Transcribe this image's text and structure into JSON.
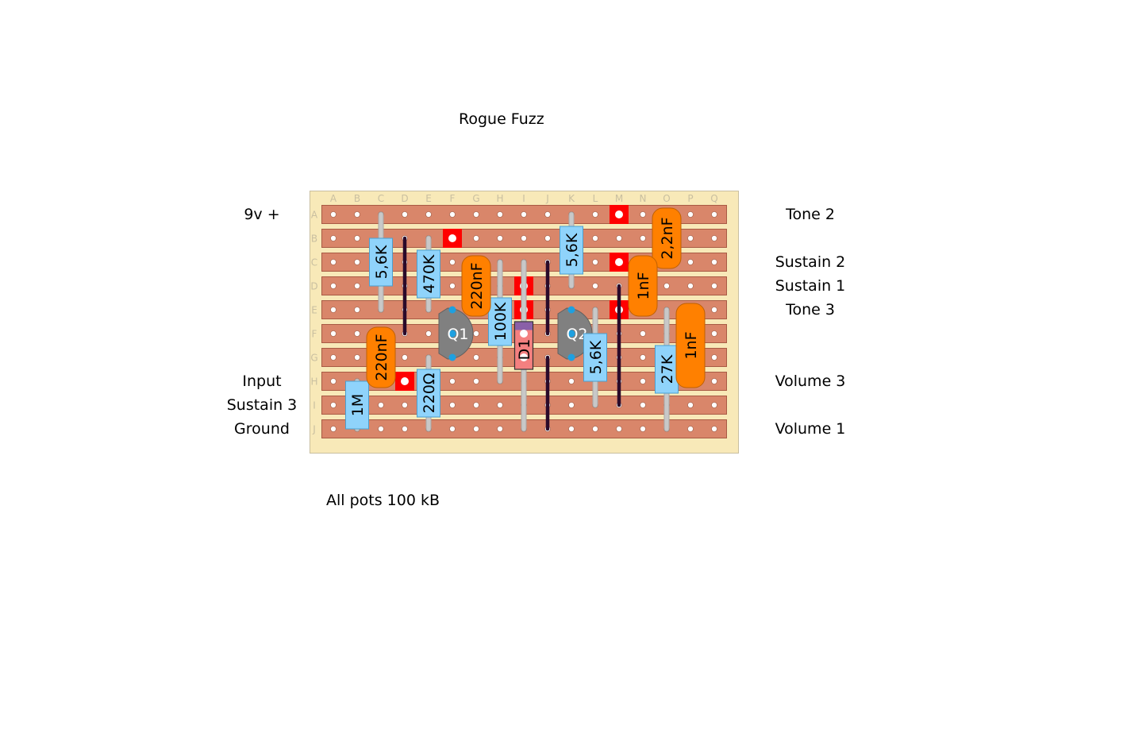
{
  "title": "Rogue Fuzz",
  "note": "All pots 100 kB",
  "board": {
    "columns": [
      "A",
      "B",
      "C",
      "D",
      "E",
      "F",
      "G",
      "H",
      "I",
      "J",
      "K",
      "L",
      "M",
      "N",
      "O",
      "P",
      "Q"
    ],
    "rows": [
      "A",
      "B",
      "C",
      "D",
      "E",
      "F",
      "G",
      "H",
      "I",
      "J"
    ],
    "colors": {
      "board": "#f8e9b8",
      "board_border": "#c9bfa0",
      "strip": "#d9866a",
      "strip_border": "#a85a44",
      "hole": "#ffffff",
      "cut": "#ff0000",
      "jumper": "#2a0a2a",
      "resistor": "#8fd3fb",
      "resistor_border": "#4aa0d0",
      "capacitor": "#ff8000",
      "capacitor_border": "#c06000",
      "transistor": "#808080",
      "pin": "#1ea0e0",
      "lead": "#c8c8c8",
      "diode": "#f48080",
      "diode_band": "#8a60a8"
    }
  },
  "left_labels": [
    {
      "text": "9v +",
      "row": "A"
    },
    {
      "text": "Input",
      "row": "H"
    },
    {
      "text": "Sustain 3",
      "row": "I"
    },
    {
      "text": "Ground",
      "row": "J"
    }
  ],
  "right_labels": [
    {
      "text": "Tone 2",
      "row": "A"
    },
    {
      "text": "Sustain 2",
      "row": "C"
    },
    {
      "text": "Sustain 1",
      "row": "D"
    },
    {
      "text": "Tone 3",
      "row": "E"
    },
    {
      "text": "Volume 3",
      "row": "H"
    },
    {
      "text": "Volume 1",
      "row": "J"
    }
  ],
  "cuts": [
    {
      "col": "M",
      "row": "A"
    },
    {
      "col": "F",
      "row": "B"
    },
    {
      "col": "M",
      "row": "C"
    },
    {
      "col": "I",
      "row": "D"
    },
    {
      "col": "I",
      "row": "E"
    },
    {
      "col": "M",
      "row": "E"
    },
    {
      "col": "I",
      "row": "F"
    },
    {
      "col": "I",
      "row": "G"
    },
    {
      "col": "D",
      "row": "H"
    }
  ],
  "jumpers": [
    {
      "col": "D",
      "from": "B",
      "to": "F"
    },
    {
      "col": "J",
      "from": "C",
      "to": "F"
    },
    {
      "col": "J",
      "from": "G",
      "to": "J"
    },
    {
      "col": "M",
      "from": "D",
      "to": "I"
    }
  ],
  "resistors": [
    {
      "label": "5,6K",
      "col": "C",
      "from": "A",
      "to": "E"
    },
    {
      "label": "470K",
      "col": "E",
      "from": "B",
      "to": "E"
    },
    {
      "label": "100K",
      "col": "H",
      "from": "C",
      "to": "H"
    },
    {
      "label": "5,6K",
      "col": "K",
      "from": "A",
      "to": "D"
    },
    {
      "label": "5,6K",
      "col": "L",
      "from": "E",
      "to": "I"
    },
    {
      "label": "27K",
      "col": "O",
      "from": "E",
      "to": "J"
    },
    {
      "label": "1M",
      "col": "B",
      "from": "H",
      "to": "J"
    },
    {
      "label": "220Ω",
      "col": "E",
      "from": "G",
      "to": "J"
    }
  ],
  "capacitors": [
    {
      "label": "220nF",
      "col": "G",
      "from": "C",
      "to": "E"
    },
    {
      "label": "220nF",
      "col": "C",
      "from": "F",
      "to": "H"
    },
    {
      "label": "2,2nF",
      "col": "O",
      "from": "A",
      "to": "C"
    },
    {
      "label": "1nF",
      "col": "N",
      "from": "C",
      "to": "E"
    },
    {
      "label": "1nF",
      "col": "P",
      "from": "E",
      "to": "H"
    }
  ],
  "transistors": [
    {
      "label": "Q1",
      "col": "F",
      "rows": [
        "E",
        "F",
        "G"
      ]
    },
    {
      "label": "Q2",
      "col": "K",
      "rows": [
        "E",
        "F",
        "G"
      ]
    }
  ],
  "diodes": [
    {
      "label": "D1",
      "col": "I",
      "from": "C",
      "to": "J",
      "body_from": "F",
      "body_to": "G"
    }
  ]
}
